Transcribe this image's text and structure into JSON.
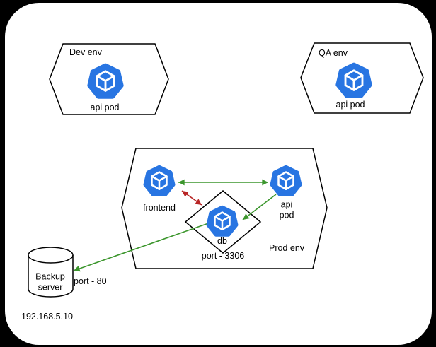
{
  "canvas": {
    "background": "#ffffff",
    "frame": "#000000"
  },
  "colors": {
    "pod_blue": "#2875E2",
    "edge_green": "#3C962D",
    "edge_red": "#B82525",
    "shape_stroke": "#000000"
  },
  "environments": {
    "dev": {
      "label": "Dev env",
      "pod_label": "api pod"
    },
    "qa": {
      "label": "QA env",
      "pod_label": "api pod"
    },
    "prod": {
      "label": "Prod env",
      "frontend_label": "frontend",
      "api_label": "api\npod",
      "db_label": "db",
      "db_port_label": "port - 3306"
    }
  },
  "backup": {
    "label": "Backup\nserver",
    "port_label": "port - 80",
    "ip": "192.168.5.10"
  },
  "connections": [
    {
      "from": "frontend",
      "to": "api pod",
      "color": "green",
      "direction": "both"
    },
    {
      "from": "frontend",
      "to": "db",
      "color": "red",
      "direction": "both"
    },
    {
      "from": "api pod",
      "to": "db",
      "color": "green",
      "direction": "one-way"
    },
    {
      "from": "db",
      "to": "Backup server",
      "color": "green",
      "direction": "one-way"
    }
  ]
}
